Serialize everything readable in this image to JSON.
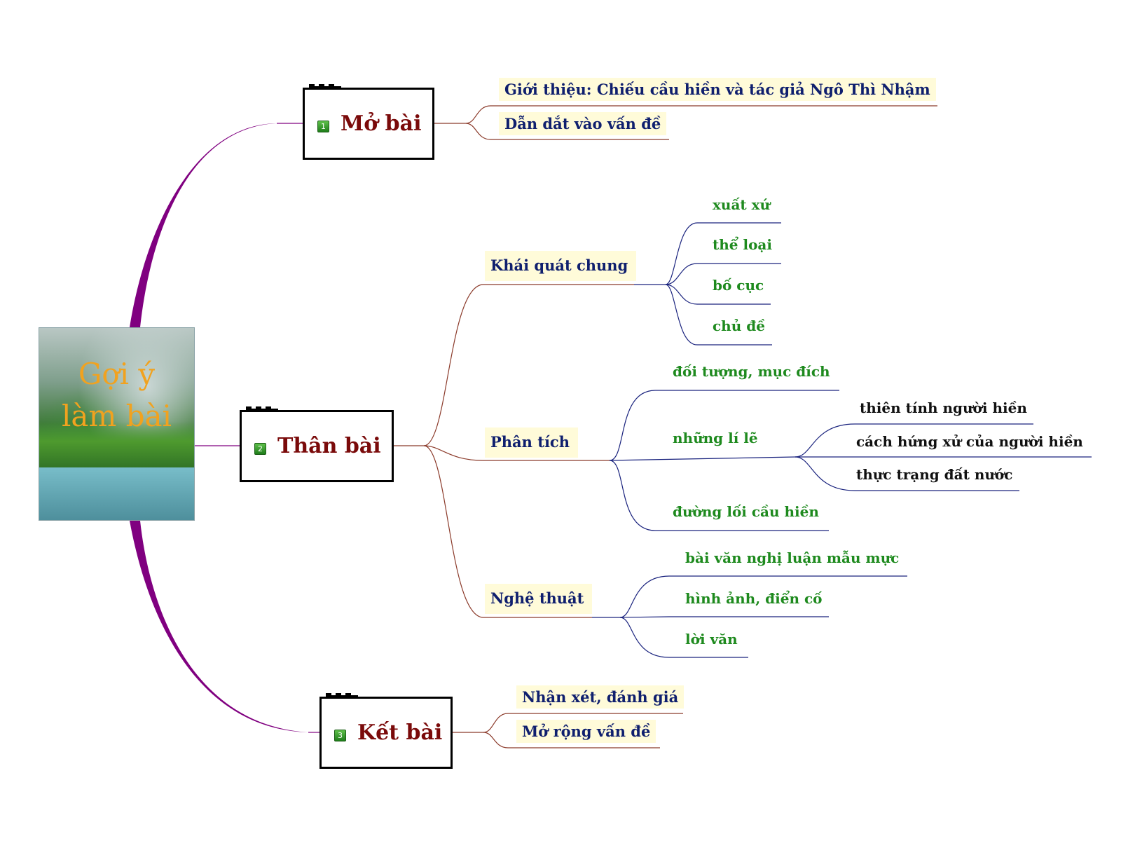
{
  "root": {
    "title_line1": "Gợi ý",
    "title_line2": "làm bài"
  },
  "branches": {
    "mo_bai": {
      "number": "1",
      "label": "Mở bài",
      "items": [
        "Giới thiệu: Chiếu cầu hiền và tác giả Ngô Thì Nhậm",
        "Dẫn dắt vào vấn đề"
      ]
    },
    "than_bai": {
      "number": "2",
      "label": "Thân bài",
      "khai_quat": {
        "label": "Khái quát chung",
        "items": [
          "xuất xứ",
          "thể loại",
          "bố cục",
          "chủ đề"
        ]
      },
      "phan_tich": {
        "label": "Phân tích",
        "items": [
          "đối tượng, mục đích",
          "những lí lẽ",
          "đường lối cầu hiền"
        ],
        "li_le": [
          "thiên tính người hiền",
          "cách hứng xử của người hiền",
          "thực trạng đất nước"
        ]
      },
      "nghe_thuat": {
        "label": "Nghệ thuật",
        "items": [
          "bài văn nghị luận mẫu mực",
          "hình ảnh, điển cố",
          "lời văn"
        ]
      }
    },
    "ket_bai": {
      "number": "3",
      "label": "Kết bài",
      "items": [
        "Nhận xét, đánh giá",
        "Mở rộng vấn đề"
      ]
    }
  },
  "colors": {
    "main_branch": "#800080",
    "sub_link": "#8b3a2a",
    "leaf_link": "#1a237e",
    "main_text": "#7a0a0a",
    "sub_text": "#0f1f6e",
    "leaf_text": "#1e8a1e",
    "root_title": "#f1a21f"
  }
}
